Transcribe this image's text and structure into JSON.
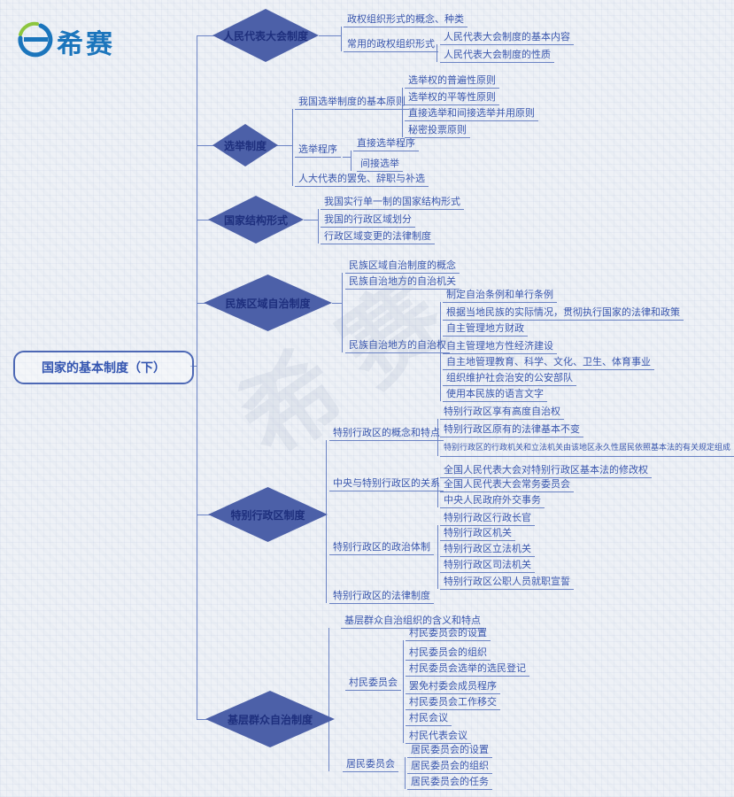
{
  "logo": {
    "brand": "希赛",
    "icon": "xisai-e-logo"
  },
  "watermark": "希赛",
  "root": {
    "label": "国家的基本制度（下）"
  },
  "colors": {
    "diamond_fill": "#4c60a8",
    "diamond_text": "#1e2f7d",
    "node_text": "#3a57ad",
    "line": "#6b83c4",
    "brand_blue": "#1b75bc",
    "brand_green": "#8dc63f",
    "background": "#eef1f6"
  },
  "branches": [
    {
      "label": "人民代表大会制度",
      "children": [
        {
          "label": "政权组织形式的概念、种类"
        },
        {
          "label": "常用的政权组织形式",
          "children": [
            {
              "label": "人民代表大会制度的基本内容"
            },
            {
              "label": "人民代表大会制度的性质"
            }
          ]
        }
      ]
    },
    {
      "label": "选举制度",
      "children": [
        {
          "label": "我国选举制度的基本原则",
          "children": [
            {
              "label": "选举权的普遍性原则"
            },
            {
              "label": "选举权的平等性原则"
            },
            {
              "label": "直接选举和间接选举并用原则"
            },
            {
              "label": "秘密投票原则"
            }
          ]
        },
        {
          "label": "选举程序",
          "children": [
            {
              "label": "直接选举程序"
            },
            {
              "label": "间接选举"
            }
          ]
        },
        {
          "label": "人大代表的罢免、辞职与补选"
        }
      ]
    },
    {
      "label": "国家结构形式",
      "children": [
        {
          "label": "我国实行单一制的国家结构形式"
        },
        {
          "label": "我国的行政区域划分"
        },
        {
          "label": "行政区域变更的法律制度"
        }
      ]
    },
    {
      "label": "民族区域自治制度",
      "children": [
        {
          "label": "民族区域自治制度的概念"
        },
        {
          "label": "民族自治地方的自治机关"
        },
        {
          "label": "民族自治地方的自治权",
          "children": [
            {
              "label": "制定自治条例和单行条例"
            },
            {
              "label": "根据当地民族的实际情况，贯彻执行国家的法律和政策"
            },
            {
              "label": "自主管理地方财政"
            },
            {
              "label": "自主管理地方性经济建设"
            },
            {
              "label": "自主地管理教育、科学、文化、卫生、体育事业"
            },
            {
              "label": "组织维护社会治安的公安部队"
            },
            {
              "label": "使用本民族的语言文字"
            }
          ]
        }
      ]
    },
    {
      "label": "特别行政区制度",
      "children": [
        {
          "label": "特别行政区的概念和特点",
          "children": [
            {
              "label": "特别行政区享有高度自治权"
            },
            {
              "label": "特别行政区原有的法律基本不变"
            },
            {
              "label": "特别行政区的行政机关和立法机关由该地区永久性居民依照基本法的有关规定组成"
            }
          ]
        },
        {
          "label": "中央与特别行政区的关系",
          "children": [
            {
              "label": "全国人民代表大会对特别行政区基本法的修改权"
            },
            {
              "label": "全国人民代表大会常务委员会"
            },
            {
              "label": "中央人民政府外交事务"
            }
          ]
        },
        {
          "label": "特别行政区的政治体制",
          "children": [
            {
              "label": "特别行政区行政长官"
            },
            {
              "label": "特别行政区机关"
            },
            {
              "label": "特别行政区立法机关"
            },
            {
              "label": "特别行政区司法机关"
            },
            {
              "label": "特别行政区公职人员就职宣誓"
            }
          ]
        },
        {
          "label": "特别行政区的法律制度"
        }
      ]
    },
    {
      "label": "基层群众自治制度",
      "children": [
        {
          "label": "基层群众自治组织的含义和特点"
        },
        {
          "label": "村民委员会",
          "children": [
            {
              "label": "村民委员会的设置"
            },
            {
              "label": "村民委员会的组织"
            },
            {
              "label": "村民委员会选举的选民登记"
            },
            {
              "label": "罢免村委会成员程序"
            },
            {
              "label": "村民委员会工作移交"
            },
            {
              "label": "村民会议"
            },
            {
              "label": "村民代表会议"
            }
          ]
        },
        {
          "label": "居民委员会",
          "children": [
            {
              "label": "居民委员会的设置"
            },
            {
              "label": "居民委员会的组织"
            },
            {
              "label": "居民委员会的任务"
            }
          ]
        }
      ]
    }
  ]
}
